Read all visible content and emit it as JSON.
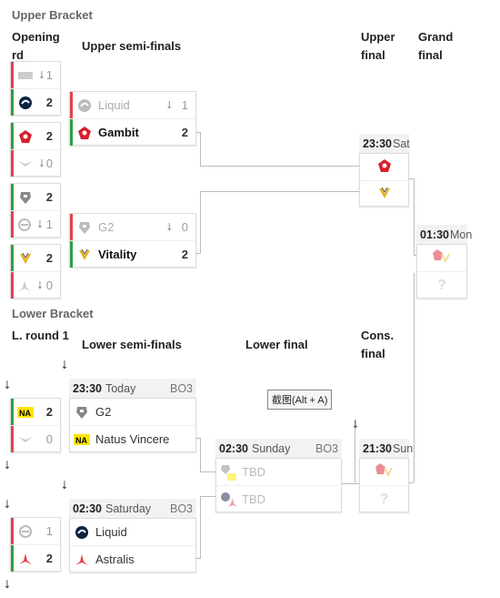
{
  "upper_bracket": {
    "title": "Upper Bracket",
    "columns": {
      "opening": "Opening rd",
      "semis": "Upper semi-finals",
      "final": "Upper final",
      "grand": "Grand final"
    },
    "opening_matches": [
      {
        "team1": {
          "logo": "undefined-logo",
          "score": "1",
          "status": "lose"
        },
        "team2": {
          "logo": "liquid-logo",
          "score": "2",
          "status": "win"
        }
      },
      {
        "team1": {
          "logo": "gambit-logo",
          "score": "2",
          "status": "win"
        },
        "team2": {
          "logo": "wings-logo",
          "score": "0",
          "status": "lose"
        }
      },
      {
        "team1": {
          "logo": "g2-logo",
          "score": "2",
          "status": "win"
        },
        "team2": {
          "logo": "nip-logo",
          "score": "1",
          "status": "lose"
        }
      },
      {
        "team1": {
          "logo": "vitality-logo",
          "score": "2",
          "status": "win"
        },
        "team2": {
          "logo": "astralis-logo",
          "score": "0",
          "status": "lose"
        }
      }
    ],
    "semi_matches": [
      {
        "team1": {
          "name": "Liquid",
          "logo": "liquid-logo",
          "score": "1",
          "status": "lose"
        },
        "team2": {
          "name": "Gambit",
          "logo": "gambit-logo",
          "score": "2",
          "status": "win"
        }
      },
      {
        "team1": {
          "name": "G2",
          "logo": "g2-logo",
          "score": "0",
          "status": "lose"
        },
        "team2": {
          "name": "Vitality",
          "logo": "vitality-logo",
          "score": "2",
          "status": "win"
        }
      }
    ],
    "final_match": {
      "time": "23:30",
      "day": "Sat",
      "team1": {
        "logo": "gambit-logo"
      },
      "team2": {
        "logo": "vitality-logo"
      }
    },
    "grand_final": {
      "time": "01:30",
      "day": "Mon",
      "team2": "?"
    }
  },
  "lower_bracket": {
    "title": "Lower Bracket",
    "columns": {
      "round1": "L. round 1",
      "semis": "Lower semi-finals",
      "final": "Lower final",
      "cons": "Cons. final"
    },
    "round1_matches": [
      {
        "team1": {
          "logo": "navi-logo",
          "score": "2",
          "status": "win"
        },
        "team2": {
          "logo": "wings-logo",
          "score": "0",
          "status": "lose"
        }
      },
      {
        "team1": {
          "logo": "nip-logo",
          "score": "1",
          "status": "lose"
        },
        "team2": {
          "logo": "astralis-logo",
          "score": "2",
          "status": "win"
        }
      }
    ],
    "semi_matches": [
      {
        "time": "23:30",
        "day": "Today",
        "bo": "BO3",
        "team1": {
          "name": "G2"
        },
        "team2": {
          "name": "Natus Vincere"
        }
      },
      {
        "time": "02:30",
        "day": "Saturday",
        "bo": "BO3",
        "team1": {
          "name": "Liquid"
        },
        "team2": {
          "name": "Astralis"
        }
      }
    ],
    "final_match": {
      "time": "02:30",
      "day": "Sunday",
      "bo": "BO3",
      "team1": {
        "name": "TBD"
      },
      "team2": {
        "name": "TBD"
      }
    },
    "cons_match": {
      "time": "21:30",
      "day": "Sun",
      "team2": "?"
    }
  },
  "tooltip": "截图(Alt + A)",
  "colors": {
    "win": "#2ea043",
    "lose": "#e0444d",
    "line": "#bbbbbb",
    "header_bg": "#f2f2f2"
  }
}
